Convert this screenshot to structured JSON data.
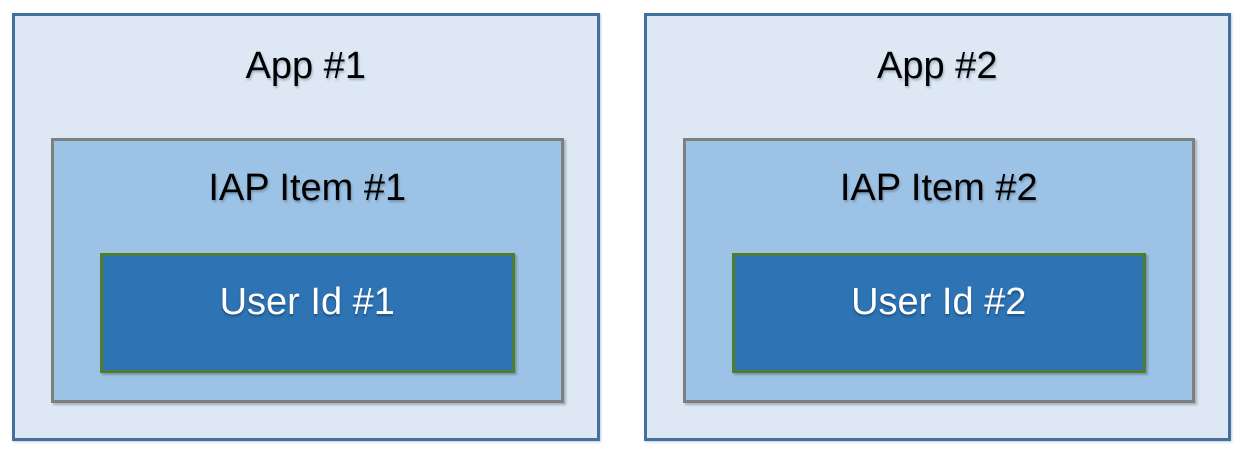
{
  "diagram": {
    "description": "Two side-by-side nested containment diagrams showing an app containing an IAP item containing a user id",
    "apps": [
      {
        "title": "App #1",
        "iap_item": {
          "title": "IAP Item #1"
        },
        "user_id": {
          "title": "User Id #1"
        }
      },
      {
        "title": "App #2",
        "iap_item": {
          "title": "IAP Item #2"
        },
        "user_id": {
          "title": "User Id #2"
        }
      }
    ],
    "colors": {
      "page_background": "#ffffff",
      "app_box_fill": "#dde8f4",
      "app_box_border": "#41719c",
      "iap_box_fill": "#9cc3e6",
      "iap_box_border": "#7f7f7f",
      "user_box_fill": "#2e74b5",
      "user_box_border": "#4e7d2e",
      "title_text": "#000000",
      "user_text": "#ffffff"
    }
  }
}
